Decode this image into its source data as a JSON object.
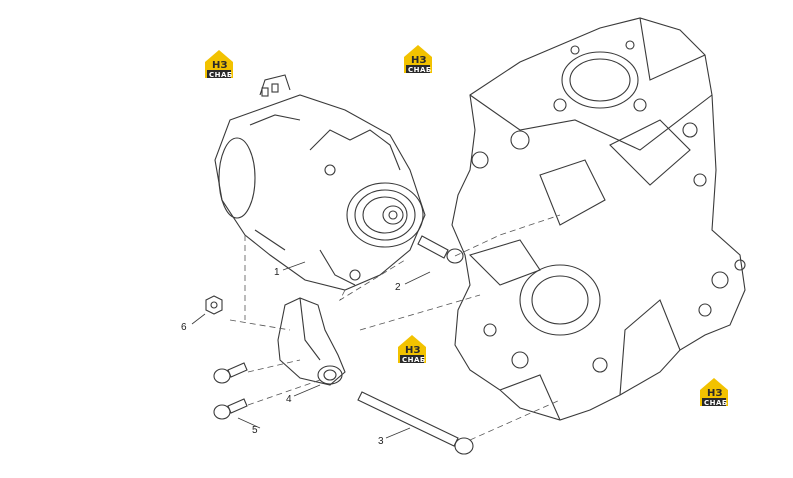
{
  "callouts": {
    "c1": "1",
    "c2": "2",
    "c3": "3",
    "c4": "4",
    "c5": "5",
    "c6": "6"
  },
  "watermark": {
    "mark": "НЗ",
    "word": "СНАБ",
    "accent_color": "#f2c200",
    "dark_color": "#2a2a2a"
  },
  "colors": {
    "line": "#3a3a3a",
    "dash": "#555555"
  },
  "icons": {
    "alternator": "alternator-icon",
    "engine_block": "engine-block-icon",
    "bracket": "mounting-bracket-icon",
    "bolt": "bolt-icon",
    "nut": "nut-icon"
  }
}
